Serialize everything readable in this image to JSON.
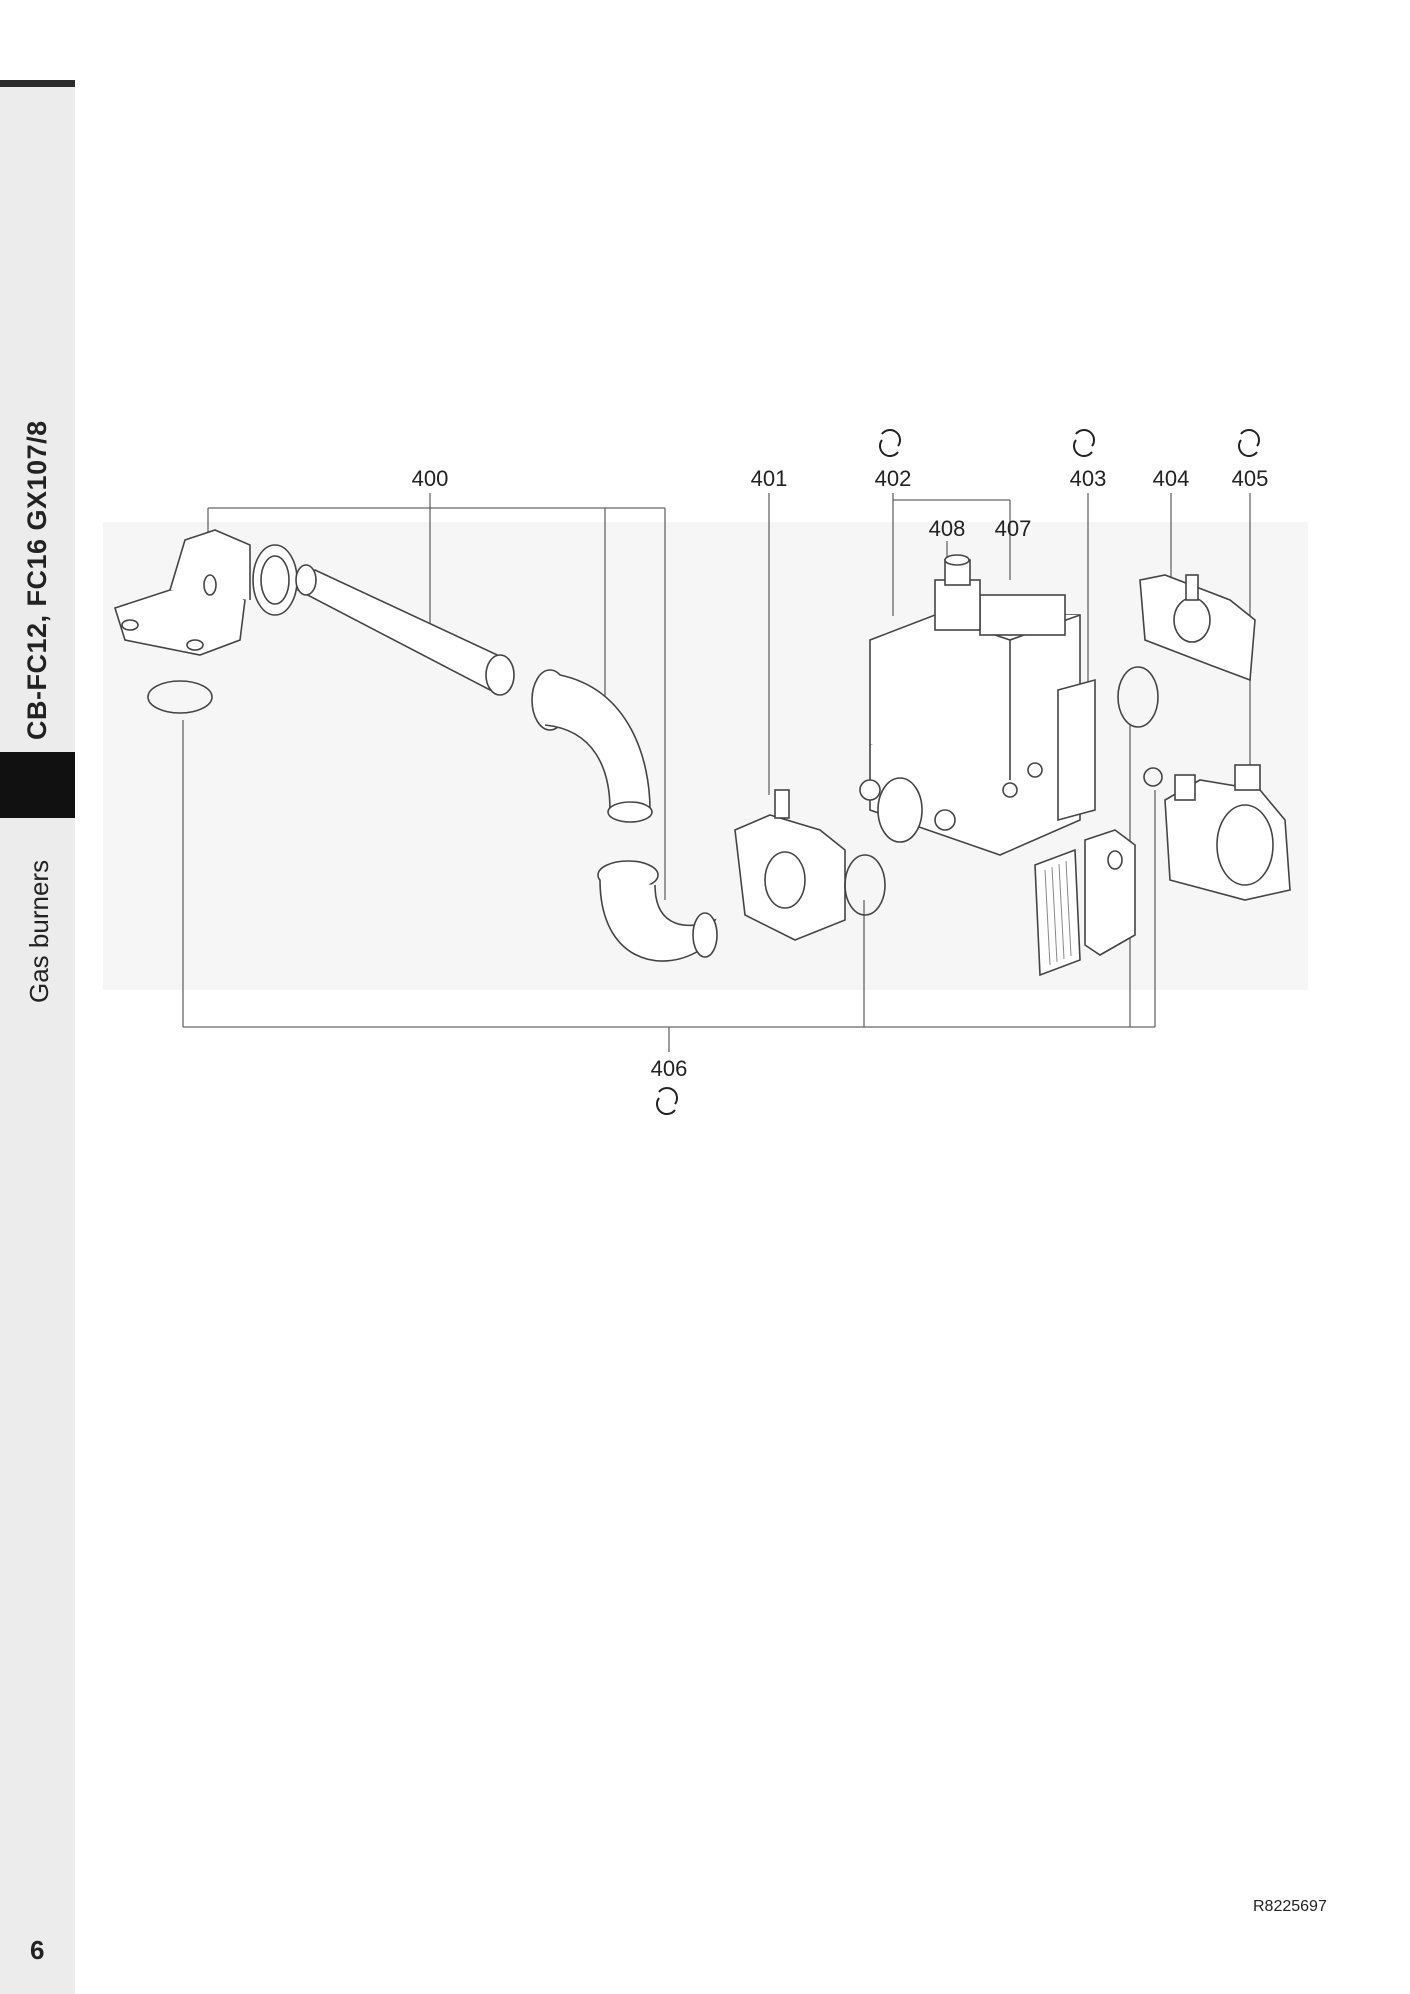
{
  "sidebar": {
    "model": "CB-FC12, FC16 GX107/8",
    "section": "Gas burners"
  },
  "footer": {
    "page_number": "6",
    "doc_code": "R8225697"
  },
  "parts": {
    "p400": "400",
    "p401": "401",
    "p402": "402",
    "p403": "403",
    "p404": "404",
    "p405": "405",
    "p406": "406",
    "p407": "407",
    "p408": "408"
  }
}
